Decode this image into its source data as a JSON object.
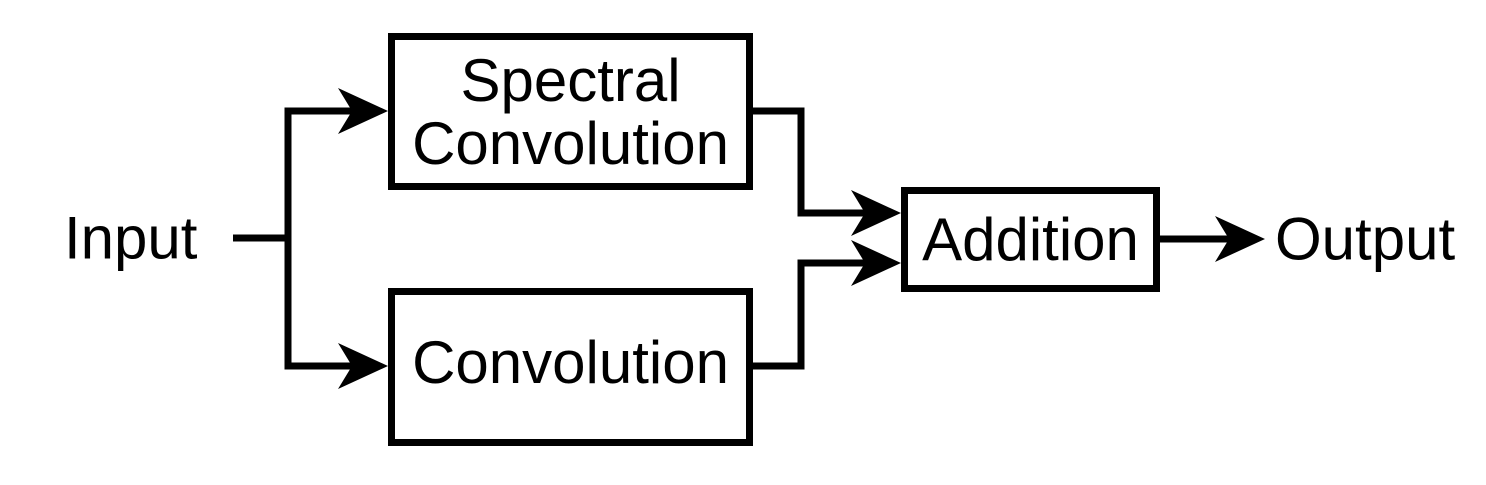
{
  "diagram": {
    "background_color": "#ffffff",
    "stroke_color": "#000000",
    "nodes": {
      "input": {
        "label": "Input"
      },
      "spectral": {
        "label": "Spectral Convolution"
      },
      "convolution": {
        "label": "Convolution"
      },
      "addition": {
        "label": "Addition"
      },
      "output": {
        "label": "Output"
      }
    },
    "edges": [
      {
        "from": "Input",
        "to": "Spectral Convolution"
      },
      {
        "from": "Input",
        "to": "Convolution"
      },
      {
        "from": "Spectral Convolution",
        "to": "Addition"
      },
      {
        "from": "Convolution",
        "to": "Addition"
      },
      {
        "from": "Addition",
        "to": "Output"
      }
    ]
  }
}
